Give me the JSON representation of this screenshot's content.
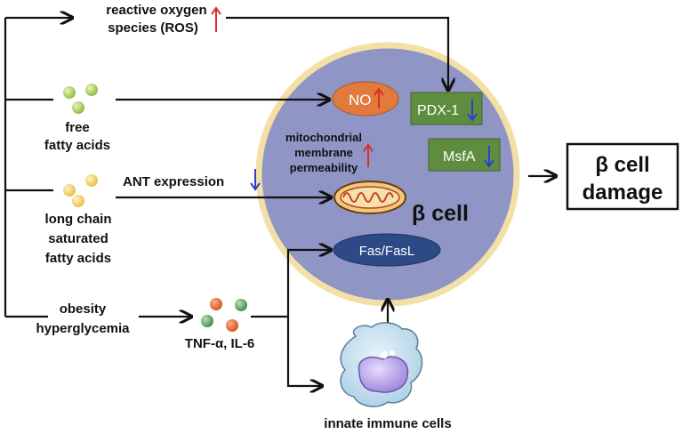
{
  "labels": {
    "ros_line1": "reactive oxygen",
    "ros_line2": "species (ROS)",
    "ffa_line1": "free",
    "ffa_line2": "fatty acids",
    "lcsfa_line1": "long chain",
    "lcsfa_line2": "saturated",
    "lcsfa_line3": "fatty acids",
    "obesity_line1": "obesity",
    "obesity_line2": "hyperglycemia",
    "cytokines": "TNF-α, IL-6",
    "ant": "ANT expression",
    "mito_line1": "mitochondrial",
    "mito_line2": "membrane",
    "mito_line3": "permeability",
    "no": "NO",
    "pdx1": "PDX-1",
    "msfa": "MsfA",
    "fas": "Fas/FasL",
    "beta_cell": "β cell",
    "immune": "innate immune cells",
    "damage_line1": "β cell",
    "damage_line2": "damage"
  },
  "colors": {
    "cell_fill": "#8f95c4",
    "cell_border": "#f3e0a6",
    "no_fill": "#e07b3c",
    "green_box": "#5f8d3f",
    "fas_fill": "#2d4a86",
    "up_arrow": "#e02b2b",
    "down_arrow": "#2d3fd6",
    "ffa_dot": "#9cc34a",
    "lcsfa_dot": "#f1cf5c",
    "cyto_orange": "#e8642a",
    "cyto_green": "#5aa35a"
  }
}
